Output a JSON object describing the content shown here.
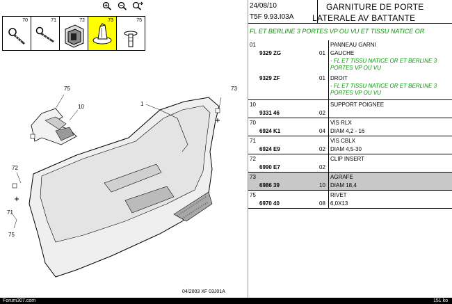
{
  "toolbar": {
    "zoom_in_icon": "magnifier-plus-icon",
    "zoom_out_icon": "magnifier-minus-icon",
    "zoom_fit_icon": "magnifier-arrow-icon"
  },
  "thumbnails": [
    {
      "num": "70",
      "icon": "screw-icon"
    },
    {
      "num": "71",
      "icon": "screw-icon"
    },
    {
      "num": "72",
      "icon": "clip-insert-icon"
    },
    {
      "num": "73",
      "icon": "clip-icon",
      "selected": true
    },
    {
      "num": "75",
      "icon": "rivet-icon"
    }
  ],
  "drawing": {
    "callouts": [
      "75",
      "10",
      "1",
      "73",
      "72",
      "71",
      "75"
    ],
    "footer_code": "04/2003  XF 03J01A"
  },
  "header": {
    "date": "24/08/10",
    "code": "T5F 9.93.I03A",
    "title_line1": "GARNITURE DE PORTE",
    "title_line2": "LATERALE AV BATTANTE"
  },
  "green_note": "FL ET BERLINE 3 PORTES VP OU VU ET TISSU NATICE OR",
  "parts": [
    {
      "num": "01",
      "lines": [
        {
          "ref": "",
          "qty": "",
          "label": "PANNEAU GARNI",
          "green": false
        },
        {
          "ref": "9329 ZG",
          "qty": "01",
          "label": "GAUCHE",
          "green": false
        },
        {
          "ref": "",
          "qty": "",
          "label": "- FL ET TISSU NATICE OR ET BERLINE 3",
          "green": true
        },
        {
          "ref": "",
          "qty": "",
          "label": "PORTES VP OU VU",
          "green": true
        },
        {
          "ref": "9329 ZF",
          "qty": "01",
          "label": "DROIT",
          "green": false
        },
        {
          "ref": "",
          "qty": "",
          "label": "- FL ET TISSU NATICE OR ET BERLINE 3",
          "green": true
        },
        {
          "ref": "",
          "qty": "",
          "label": "PORTES VP OU VU",
          "green": true
        }
      ]
    },
    {
      "num": "10",
      "ref": "9331 46",
      "qty": "02",
      "label": "SUPPORT POIGNEE",
      "desc": ""
    },
    {
      "num": "70",
      "ref": "6924 K1",
      "qty": "04",
      "label": "VIS RLX",
      "desc": "DIAM 4,2 - 16"
    },
    {
      "num": "71",
      "ref": "6924 E9",
      "qty": "02",
      "label": "VIS CBLX",
      "desc": "DIAM 4,5-30"
    },
    {
      "num": "72",
      "ref": "6990 E7",
      "qty": "02",
      "label": "CLIP INSERT",
      "desc": ""
    },
    {
      "num": "73",
      "ref": "6986 39",
      "qty": "10",
      "label": "AGRAFE",
      "desc": "DIAM 18,4",
      "selected": true
    },
    {
      "num": "75",
      "ref": "6970 40",
      "qty": "08",
      "label": "RIVET",
      "desc": "6,0X13"
    }
  ],
  "status": {
    "site": "Forum307.com",
    "size": "151 ko"
  }
}
